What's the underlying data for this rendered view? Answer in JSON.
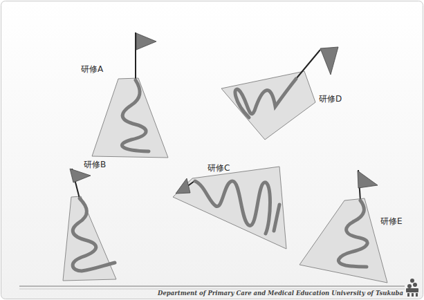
{
  "diagram": {
    "labels": [
      "研修A",
      "研修D",
      "研修B",
      "研修C",
      "研修E",
      "Department of Primary Care and Medical Education  University of Tsukuba"
    ]
  }
}
